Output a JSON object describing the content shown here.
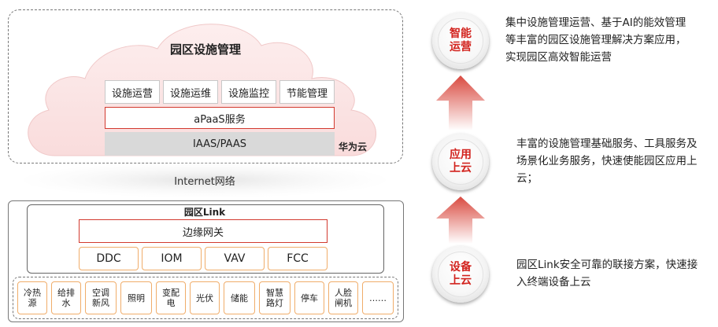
{
  "cloud_section": {
    "title": "园区设施管理",
    "services": [
      "设施运营",
      "设施运维",
      "设施监控",
      "节能管理"
    ],
    "apaas": "aPaaS服务",
    "iaas": "IAAS/PAAS",
    "vendor": "华为云"
  },
  "network_label": "Internet网络",
  "link_section": {
    "title": "园区Link",
    "gateway": "边缘网关",
    "protocols": [
      "DDC",
      "IOM",
      "VAV",
      "FCC"
    ]
  },
  "devices": [
    "冷热\n源",
    "给排\n水",
    "空调\n新风",
    "照明",
    "变配\n电",
    "光伏",
    "储能",
    "智慧\n路灯",
    "停车",
    "人脸\n闸机",
    "……"
  ],
  "stages": [
    {
      "label": "智能\n运营",
      "desc": "集中设施管理运营、基于AI的能效管理等丰富的园区设施管理解决方案应用，实现园区高效智能运营"
    },
    {
      "label": "应用\n上云",
      "desc": "丰富的设施管理基础服务、工具服务及场景化业务服务，快速使能园区应用上云；"
    },
    {
      "label": "设备\n上云",
      "desc": "园区Link安全可靠的联接方案，快速接入终端设备上云"
    }
  ],
  "colors": {
    "accent_red": "#d2231e",
    "orange_border": "#f0ad6a",
    "cloud_pink": "#fbe3e3"
  }
}
